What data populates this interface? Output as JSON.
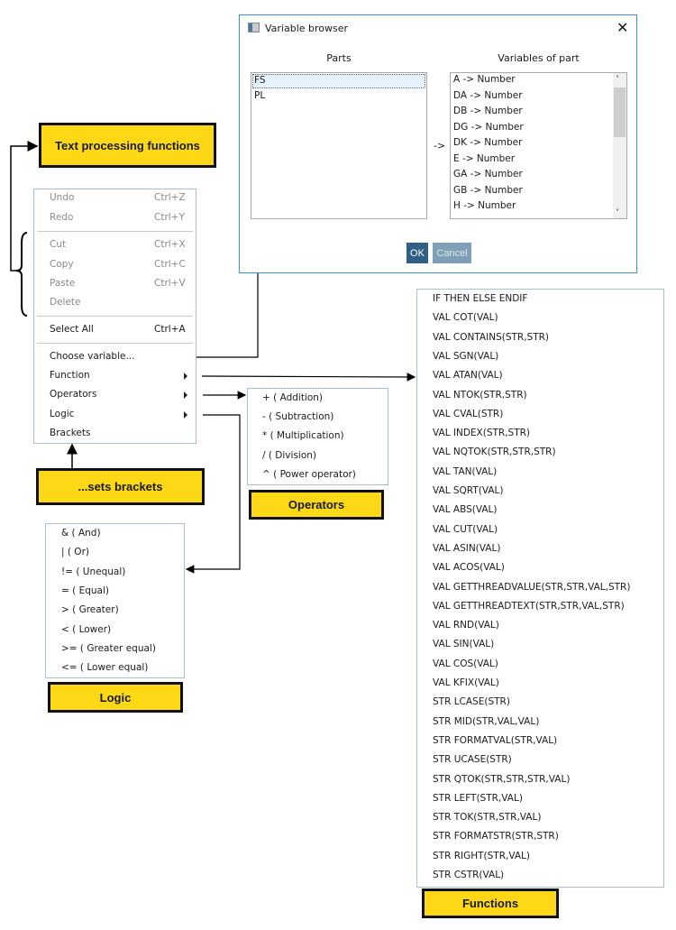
{
  "dialog": {
    "title": "Variable browser",
    "close_icon": "close-icon",
    "parts_header": "Parts",
    "vars_header": "Variables of part",
    "parts": [
      "FS",
      "PL"
    ],
    "selected_part": "FS",
    "arrow": "->",
    "variables": [
      "A -> Number",
      "DA -> Number",
      "DB -> Number",
      "DG -> Number",
      "DK -> Number",
      "E -> Number",
      "GA -> Number",
      "GB -> Number",
      "H -> Number"
    ],
    "ok_label": "OK",
    "cancel_label": "Cancel"
  },
  "context_menu": {
    "items": [
      {
        "label": "Undo",
        "shortcut": "Ctrl+Z"
      },
      {
        "label": "Redo",
        "shortcut": "Ctrl+Y"
      },
      {
        "label": "Cut",
        "shortcut": "Ctrl+X"
      },
      {
        "label": "Copy",
        "shortcut": "Ctrl+C"
      },
      {
        "label": "Paste",
        "shortcut": "Ctrl+V"
      },
      {
        "label": "Delete",
        "shortcut": ""
      },
      {
        "label": "Select All",
        "shortcut": "Ctrl+A"
      },
      {
        "label": "Choose variable...",
        "shortcut": ""
      },
      {
        "label": "Function",
        "shortcut": ""
      },
      {
        "label": "Operators",
        "shortcut": ""
      },
      {
        "label": "Logic",
        "shortcut": ""
      },
      {
        "label": "Brackets",
        "shortcut": ""
      }
    ]
  },
  "operators": [
    "+ ( Addition)",
    "- ( Subtraction)",
    "* ( Multiplication)",
    "/ ( Division)",
    "^ ( Power operator)"
  ],
  "logic": [
    "& ( And)",
    "| ( Or)",
    "!= ( Unequal)",
    "= ( Equal)",
    "> ( Greater)",
    "< ( Lower)",
    ">= ( Greater equal)",
    "<= ( Lower equal)"
  ],
  "functions": [
    "IF THEN ELSE ENDIF",
    "VAL COT(VAL)",
    "VAL CONTAINS(STR,STR)",
    "VAL SGN(VAL)",
    "VAL ATAN(VAL)",
    "VAL NTOK(STR,STR)",
    "VAL CVAL(STR)",
    "VAL INDEX(STR,STR)",
    "VAL NQTOK(STR,STR,STR)",
    "VAL TAN(VAL)",
    "VAL SQRT(VAL)",
    "VAL ABS(VAL)",
    "VAL CUT(VAL)",
    "VAL ASIN(VAL)",
    "VAL ACOS(VAL)",
    "VAL GETTHREADVALUE(STR,STR,VAL,STR)",
    "VAL GETTHREADTEXT(STR,STR,VAL,STR)",
    "VAL RND(VAL)",
    "VAL SIN(VAL)",
    "VAL COS(VAL)",
    "VAL KFIX(VAL)",
    "STR LCASE(STR)",
    "STR MID(STR,VAL,VAL)",
    "STR FORMATVAL(STR,VAL)",
    "STR UCASE(STR)",
    "STR QTOK(STR,STR,STR,VAL)",
    "STR LEFT(STR,VAL)",
    "STR TOK(STR,STR,VAL)",
    "STR FORMATSTR(STR,STR)",
    "STR RIGHT(STR,VAL)",
    "STR CSTR(VAL)"
  ],
  "labels": {
    "text_processing": "Text processing functions",
    "sets_brackets": "...sets brackets",
    "operators": "Operators",
    "logic": "Logic",
    "functions": "Functions"
  },
  "colors": {
    "label_bg": "#fcd817",
    "ok_button": "#2f5f86",
    "cancel_button": "#7f9fb6",
    "dialog_border": "#3c8fd8"
  }
}
